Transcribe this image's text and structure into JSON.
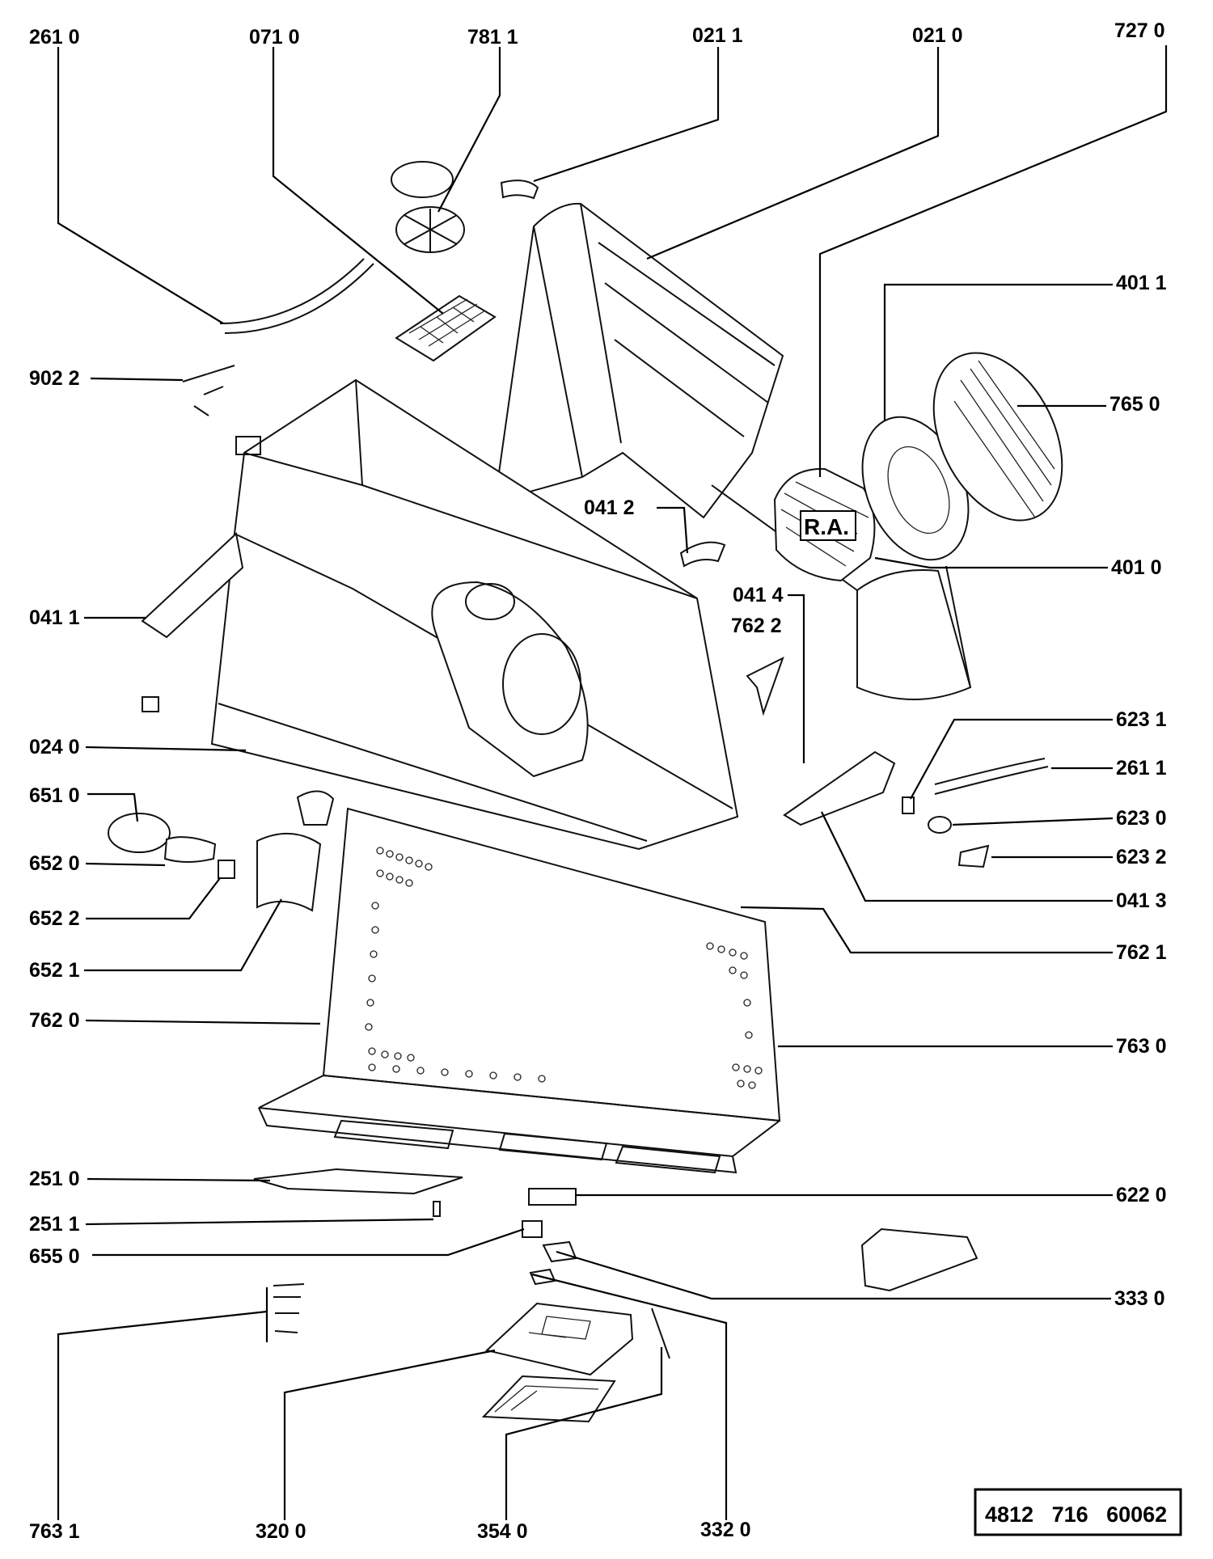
{
  "diagram": {
    "labels": {
      "p2610": "261 0",
      "p0710": "071 0",
      "p7811": "781 1",
      "p0211": "021 1",
      "p0210": "021 0",
      "p7270": "727 0",
      "p4011": "401 1",
      "p7650": "765 0",
      "p4010": "401 0",
      "p9022": "902 2",
      "p0412": "041 2",
      "p0414": "041 4",
      "p7622": "762 2",
      "p0411": "041 1",
      "p6231": "623 1",
      "p2611": "261 1",
      "p0240": "024 0",
      "p6510": "651 0",
      "p6230": "623 0",
      "p6520": "652 0",
      "p6232": "623 2",
      "p0413": "041 3",
      "p6522": "652 2",
      "p7621": "762 1",
      "p6521": "652 1",
      "p7620": "762 0",
      "p7630": "763 0",
      "p2510": "251 0",
      "p6220": "622 0",
      "p2511": "251 1",
      "p6550": "655 0",
      "p3330": "333 0",
      "p7631": "763 1",
      "p3200": "320 0",
      "p3540": "354 0",
      "p3320": "332 0"
    },
    "motor_marking": "R.A.",
    "reference_code": "4812   716   60062"
  }
}
